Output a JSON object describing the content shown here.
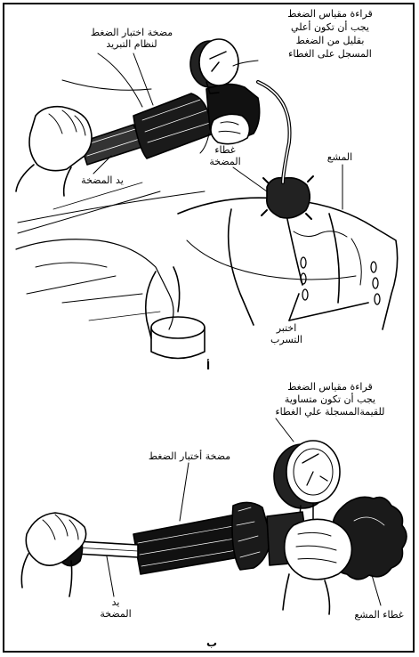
{
  "panel_a": {
    "letter": "أ",
    "gauge_reading_lines": [
      "قراءة مقياس الضغط",
      "يجب أن تكون أعلي",
      "بقليل من الضغط",
      "المسجل على الغطاء"
    ],
    "tester_lines": [
      "مضخة اختبار الضغط",
      "لنظام التبريد"
    ],
    "pump_handle": "يد المضخة",
    "pump_cap_lines": [
      "غطاء",
      "المضخة"
    ],
    "radiator": "المشع",
    "leak_check_lines": [
      "اختبر",
      "التسرب"
    ]
  },
  "panel_b": {
    "letter": "ب",
    "gauge_reading_lines": [
      "قراءة مقياس الضغط",
      "يجب أن تكون متساوية",
      "للقيمةالمسجلة علي الغطاء"
    ],
    "tester": "مضخة أختبار الضغط",
    "pump_handle_lines": [
      "يد",
      "المضخة"
    ],
    "radiator_cap": "غطاء المشع"
  }
}
